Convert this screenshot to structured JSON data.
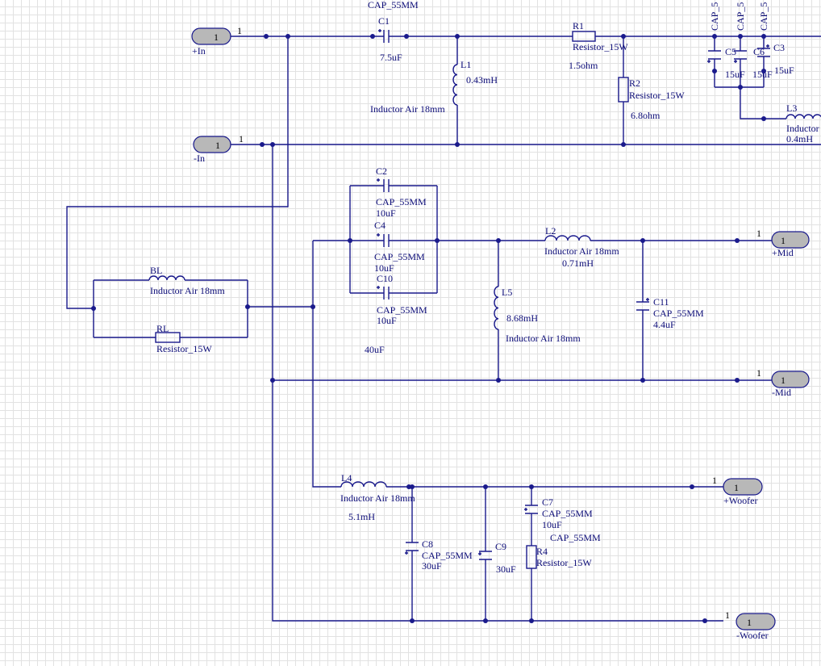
{
  "ports": {
    "in_pos": {
      "pin": "1",
      "num": "1",
      "label": "+In"
    },
    "in_neg": {
      "pin": "1",
      "num": "1",
      "label": "-In"
    },
    "mid_pos": {
      "pin": "1",
      "num": "1",
      "label": "+Mid"
    },
    "mid_neg": {
      "pin": "1",
      "num": "1",
      "label": "-Mid"
    },
    "woof_pos": {
      "pin": "1",
      "num": "1",
      "label": "+Woofer"
    },
    "woof_neg": {
      "pin": "1",
      "num": "1",
      "label": "-Woofer"
    }
  },
  "components": {
    "c1": {
      "ref": "C1",
      "type": "CAP_55MM",
      "value": "7.5uF"
    },
    "r1": {
      "ref": "R1",
      "type": "Resistor_15W",
      "value": "1.5ohm"
    },
    "l1": {
      "ref": "L1",
      "type": "Inductor Air 18mm",
      "value": "0.43mH"
    },
    "r2": {
      "ref": "R2",
      "type": "Resistor_15W",
      "value": "6.8ohm"
    },
    "c5": {
      "ref": "C5",
      "type": "CAP_5",
      "value": "15uF"
    },
    "c6": {
      "ref": "C6",
      "type": "CAP_5",
      "value": "15uF"
    },
    "c3": {
      "ref": "C3",
      "type": "CAP_5",
      "value": "15uF"
    },
    "l3": {
      "ref": "L3",
      "type": "Inductor",
      "value": "0.4mH"
    },
    "c2": {
      "ref": "C2",
      "type": "CAP_55MM",
      "value": "10uF"
    },
    "c4": {
      "ref": "C4",
      "type": "CAP_55MM",
      "value": "10uF"
    },
    "c10": {
      "ref": "C10",
      "type": "CAP_55MM",
      "value": "10uF"
    },
    "bl": {
      "ref": "BL",
      "type": "Inductor Air 18mm"
    },
    "rl": {
      "ref": "RL",
      "type": "Resistor_15W"
    },
    "l2": {
      "ref": "L2",
      "type": "Inductor Air 18mm",
      "value": "0.71mH"
    },
    "l5": {
      "ref": "L5",
      "type": "Inductor Air 18mm",
      "value": "8.68mH"
    },
    "c11": {
      "ref": "C11",
      "type": "CAP_55MM",
      "value": "4.4uF"
    },
    "l4": {
      "ref": "L4",
      "type": "Inductor Air 18mm",
      "value": "5.1mH"
    },
    "c8": {
      "ref": "C8",
      "type": "CAP_55MM",
      "value": "30uF"
    },
    "c9": {
      "ref": "C9",
      "value": "30uF"
    },
    "c7": {
      "ref": "C7",
      "type": "CAP_55MM",
      "value": "10uF"
    },
    "r4": {
      "ref": "R4",
      "type": "Resistor_15W"
    }
  },
  "notes": {
    "parallel_total": "40uF",
    "cap_label_extra": "CAP_55MM",
    "cap_label_top": "CAP_55MM"
  },
  "colors": {
    "wire": "#1a1a8c",
    "text": "#0c0c78",
    "connector_fill": "#b8b8b8",
    "grid": "#e2e2e2"
  }
}
